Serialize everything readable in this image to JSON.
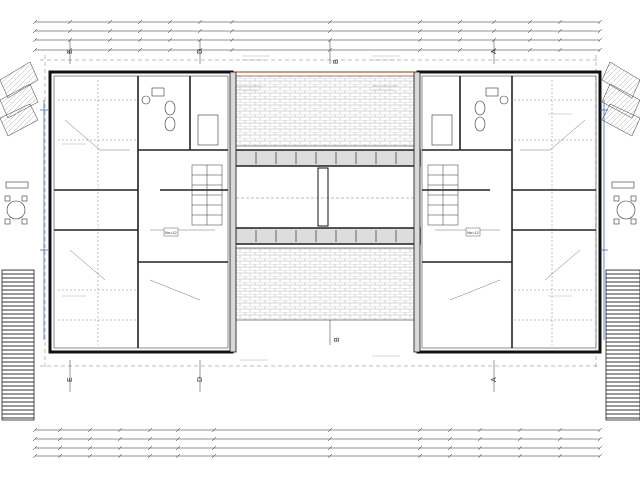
{
  "drawing": {
    "section_marks": {
      "top": [
        {
          "id": "axis-e-top",
          "label": "E"
        },
        {
          "id": "axis-d-top",
          "label": "D"
        },
        {
          "id": "axis-b-top",
          "label": "B"
        },
        {
          "id": "axis-a-top",
          "label": "A"
        }
      ],
      "bottom": [
        {
          "id": "axis-e-bottom",
          "label": "E"
        },
        {
          "id": "axis-d-bottom",
          "label": "D"
        },
        {
          "id": "axis-b-bottom",
          "label": "B"
        },
        {
          "id": "axis-a-bottom",
          "label": "A"
        }
      ]
    },
    "room_tags": [
      {
        "id": "room-tag-left-stair",
        "label": "Nn=12"
      },
      {
        "id": "room-tag-right-stair",
        "label": "Nn=12"
      }
    ],
    "colors": {
      "line": "#1a1a1a",
      "wall_fill": "#d9d9d9",
      "dimension_blue": "#3050c8",
      "hatch": "#888888",
      "paper": "#ffffff"
    }
  }
}
